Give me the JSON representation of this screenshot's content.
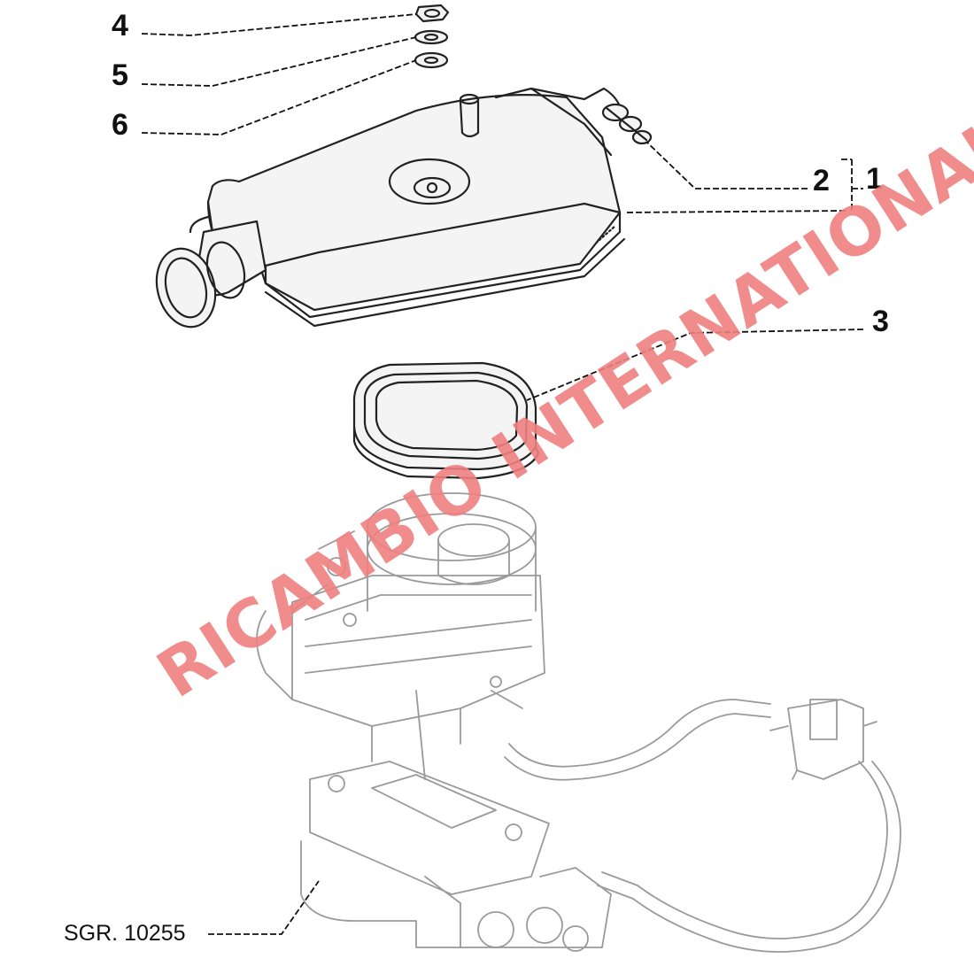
{
  "callouts": {
    "c1": "1",
    "c2": "2",
    "c3": "3",
    "c4": "4",
    "c5": "5",
    "c6": "6"
  },
  "reference": "SGR. 10255",
  "watermark": "RICAMBIO INTERNATIONAL",
  "colors": {
    "watermark": "#f08080",
    "line": "#222222",
    "ghost_line": "#9a9a9a"
  }
}
